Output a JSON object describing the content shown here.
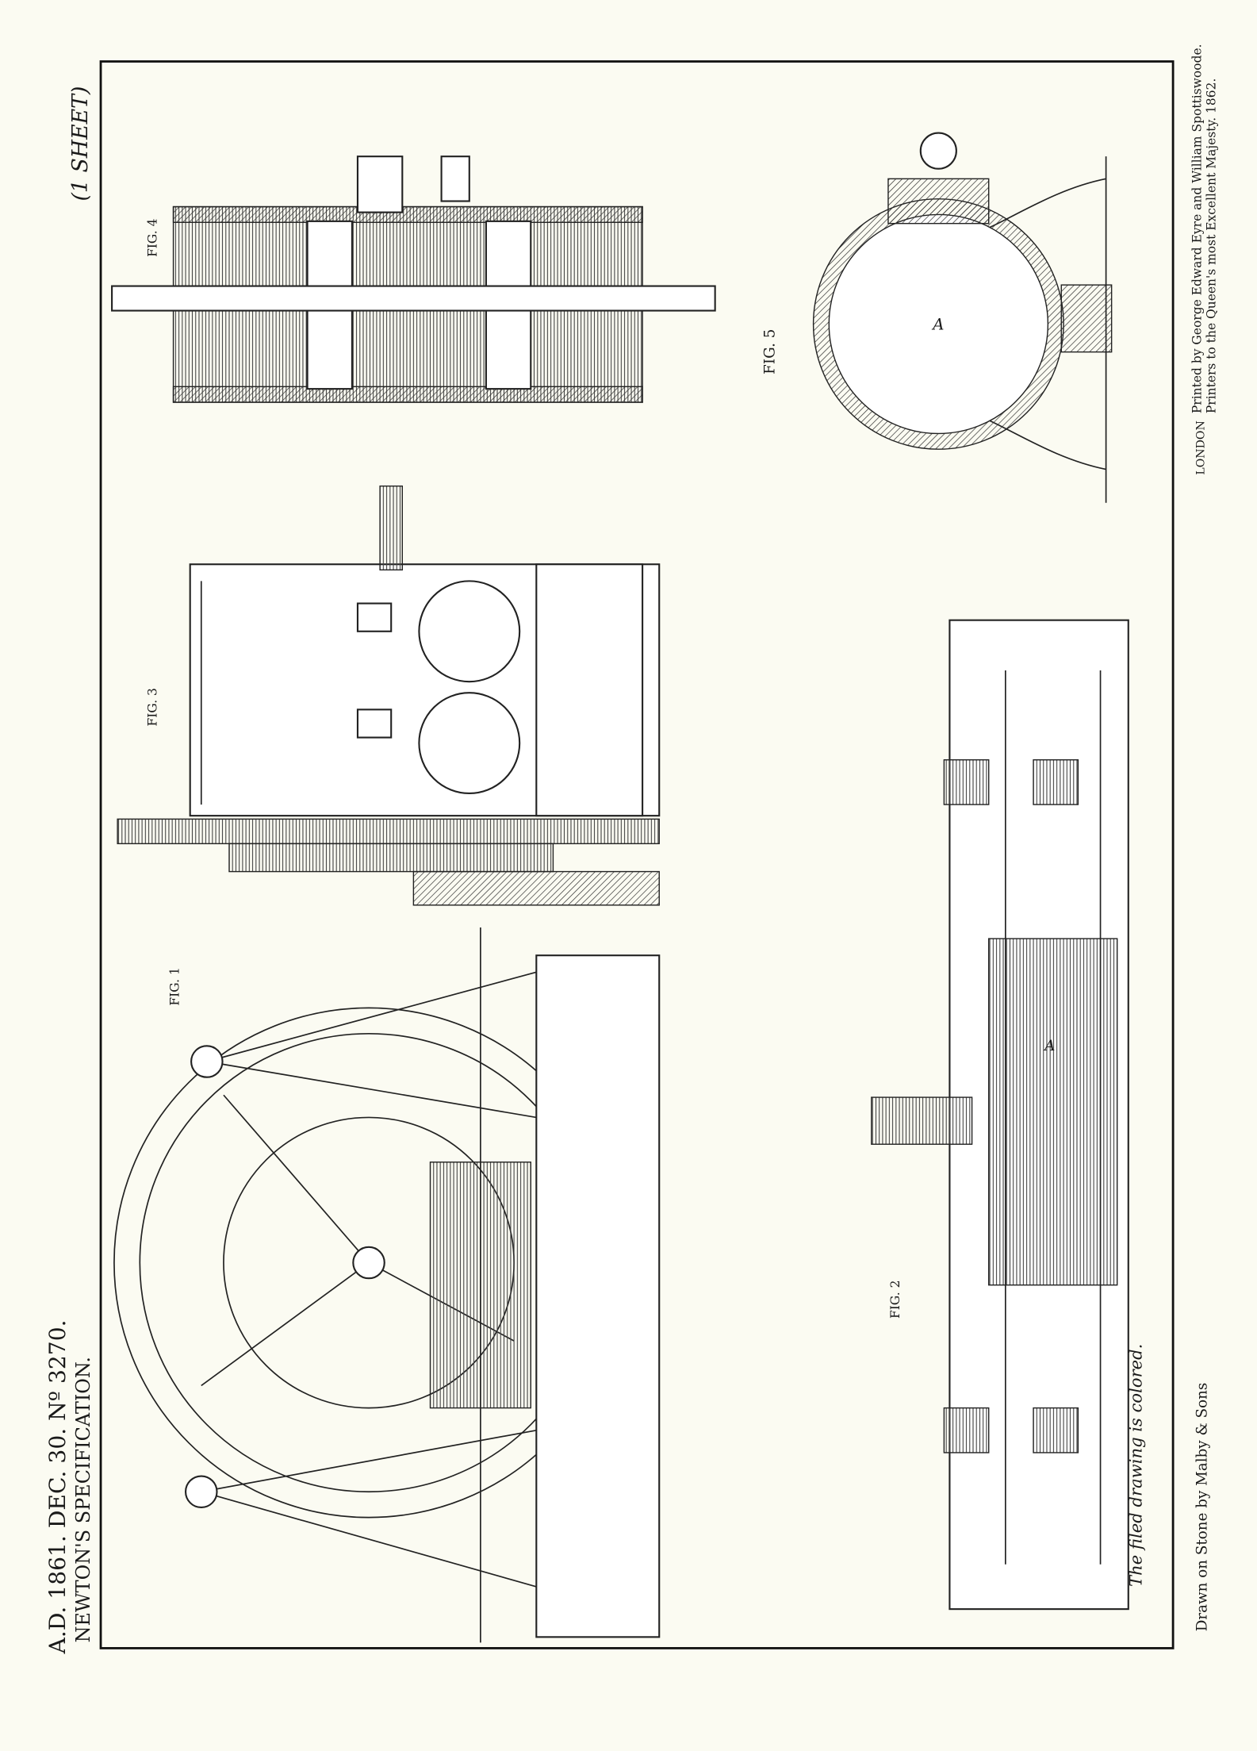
{
  "header": {
    "title_line1": "A.D. 1861. DEC. 30. Nº 3270.",
    "title_line2": "NEWTON'S SPECIFICATION.",
    "sheet_count": "(1 SHEET)"
  },
  "figures": {
    "fig1": "FIG. 1",
    "fig2": "FIG. 2",
    "fig3": "FIG. 3",
    "fig4": "FIG. 4",
    "fig5": "FIG. 5"
  },
  "footer": {
    "city": "LONDON",
    "printer_line1": "Printed by George Edward Eyre and William Spottiswoode.",
    "printer_line2": "Printers to the Queen's most Excellent Majesty. 1862.",
    "colored_note": "The filed drawing is colored.",
    "lithographer": "Drawn on Stone by Malby & Sons"
  },
  "colors": {
    "paper": "#fbfbf2",
    "ink": "#1a1a1a"
  }
}
